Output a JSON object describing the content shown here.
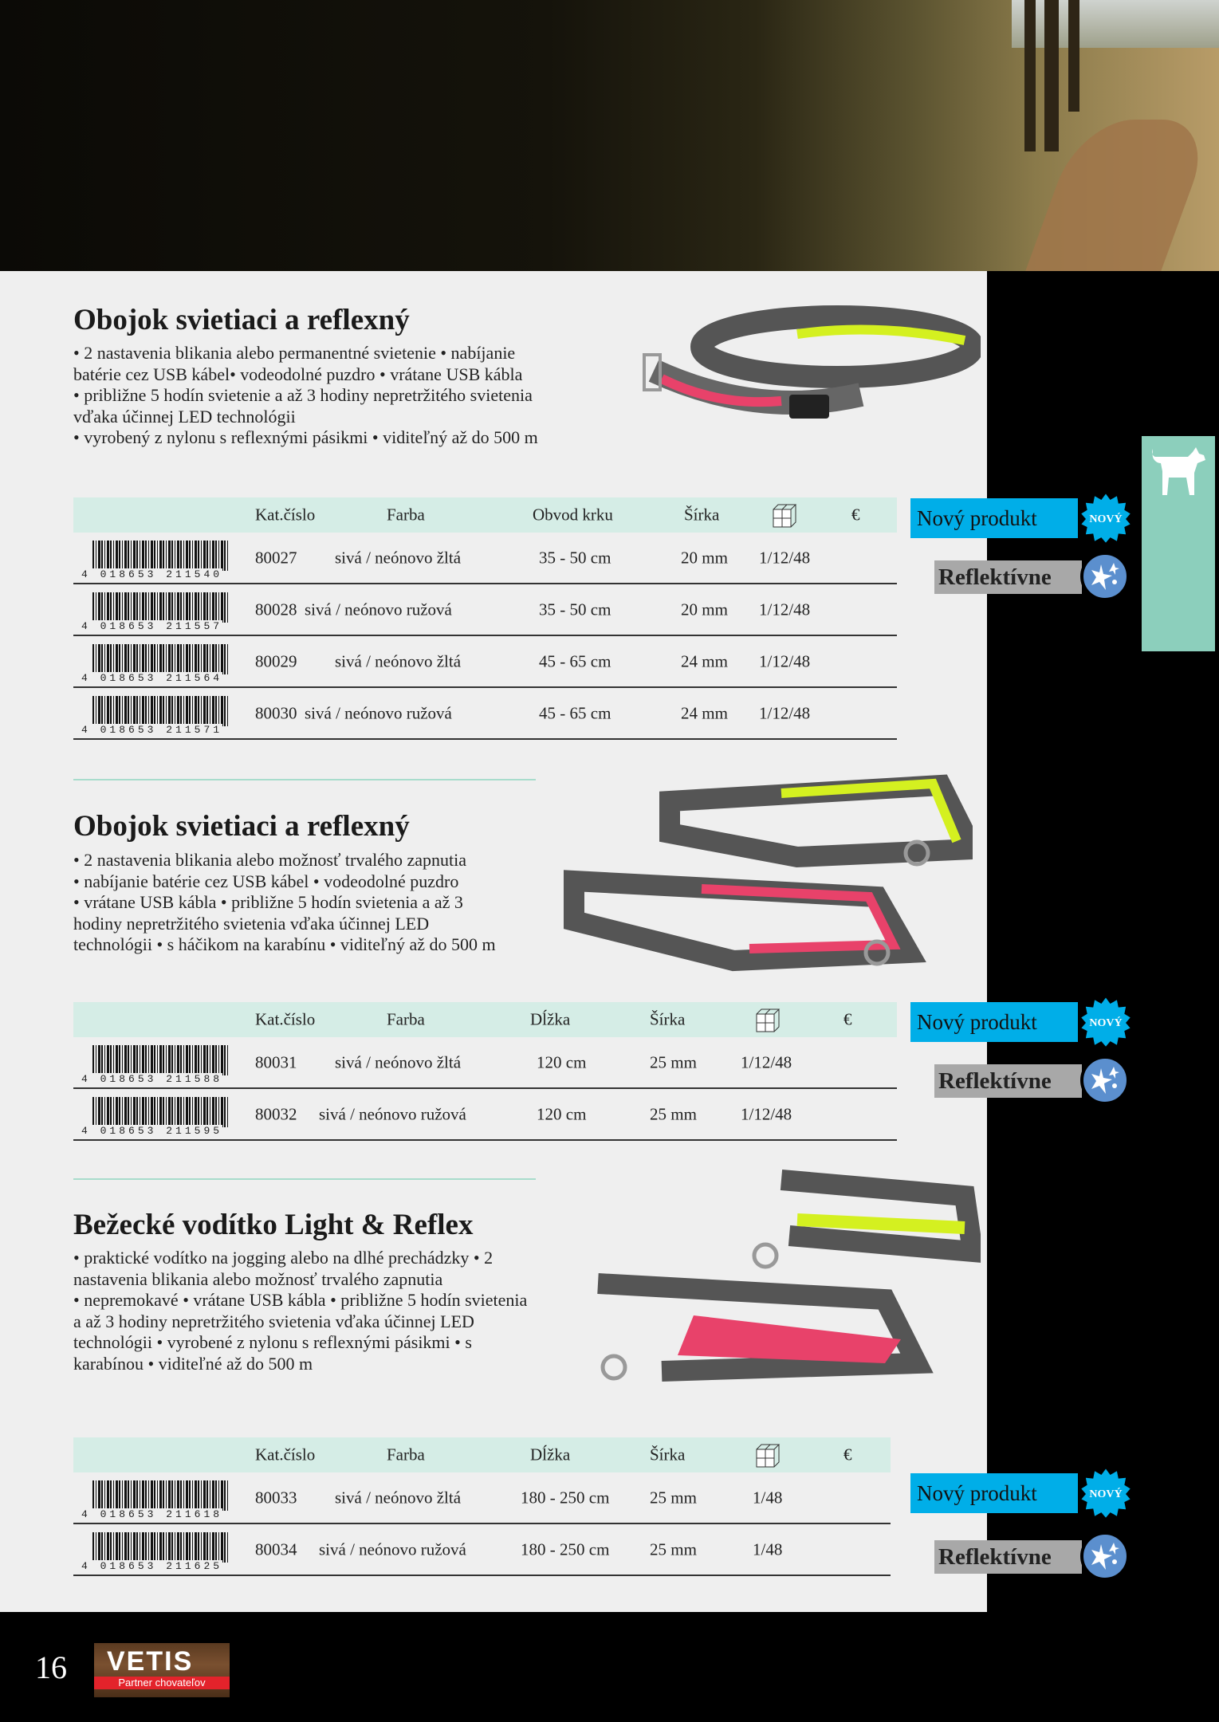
{
  "products": [
    {
      "title": "Obojok svietiaci a reflexný",
      "desc": [
        "• 2 nastavenia blikania alebo permanentné svietenie • nabíjanie",
        "batérie cez USB kábel• vodeodolné puzdro • vrátane USB kábla",
        "• približne 5 hodín svietenie a až 3 hodiny nepretržitého svietenia",
        "vďaka účinnej LED technológii",
        "• vyrobený z nylonu s reflexnými pásikmi • viditeľný až do 500 m"
      ],
      "headers": [
        "Kat.číslo",
        "Farba",
        "Obvod krku",
        "Šírka",
        "€"
      ],
      "rows": [
        {
          "ean_prefix": "4",
          "ean_a": "018653",
          "ean_b": "211540",
          "kat": "80027",
          "farba": "sivá  / neónovo žltá",
          "size": "35 - 50 cm",
          "width": "20 mm",
          "pack": "1/12/48"
        },
        {
          "ean_prefix": "4",
          "ean_a": "018653",
          "ean_b": "211557",
          "kat": "80028",
          "farba": "sivá / neónovo ružová",
          "size": "35 - 50 cm",
          "width": "20 mm",
          "pack": "1/12/48"
        },
        {
          "ean_prefix": "4",
          "ean_a": "018653",
          "ean_b": "211564",
          "kat": "80029",
          "farba": "sivá / neónovo žltá",
          "size": "45 - 65 cm",
          "width": "24 mm",
          "pack": "1/12/48"
        },
        {
          "ean_prefix": "4",
          "ean_a": "018653",
          "ean_b": "211571",
          "kat": "80030",
          "farba": "sivá / neónovo ružová",
          "size": "45 - 65 cm",
          "width": "24 mm",
          "pack": "1/12/48"
        }
      ]
    },
    {
      "title": "Obojok svietiaci a reflexný",
      "desc": [
        "• 2 nastavenia blikania alebo možnosť trvalého zapnutia",
        "• nabíjanie batérie cez USB kábel • vodeodolné puzdro",
        "• vrátane USB kábla  • približne 5 hodín svietenia a až 3",
        "hodiny nepretržitého svietenia vďaka účinnej LED",
        "technológii • s háčikom na karabínu • viditeľný až do 500 m"
      ],
      "headers": [
        "Kat.číslo",
        "Farba",
        "Dĺžka",
        "Šírka",
        "€"
      ],
      "rows": [
        {
          "ean_prefix": "4",
          "ean_a": "018653",
          "ean_b": "211588",
          "kat": "80031",
          "farba": "sivá / neónovo žltá",
          "size": "120 cm",
          "width": "25 mm",
          "pack": "1/12/48"
        },
        {
          "ean_prefix": "4",
          "ean_a": "018653",
          "ean_b": "211595",
          "kat": "80032",
          "farba": "sivá / neónovo ružová",
          "size": "120 cm",
          "width": "25 mm",
          "pack": "1/12/48"
        }
      ]
    },
    {
      "title": "Bežecké vodítko Light & Reflex",
      "desc": [
        "• praktické vodítko na jogging alebo na dlhé prechádzky • 2",
        "nastavenia blikania alebo možnosť trvalého zapnutia",
        "• nepremokavé • vrátane USB kábla • približne 5 hodín svietenia",
        "a až 3 hodiny nepretržitého svietenia vďaka účinnej LED",
        "technológii • vyrobené z nylonu s reflexnými pásikmi • s",
        "karabínou • viditeľné až do 500 m"
      ],
      "headers": [
        "Kat.číslo",
        "Farba",
        "Dĺžka",
        "Šírka",
        "€"
      ],
      "rows": [
        {
          "ean_prefix": "4",
          "ean_a": "018653",
          "ean_b": "211618",
          "kat": "80033",
          "farba": "sivá / neónovo žltá",
          "size": "180 - 250 cm",
          "width": "25 mm",
          "pack": "1/48"
        },
        {
          "ean_prefix": "4",
          "ean_a": "018653",
          "ean_b": "211625",
          "kat": "80034",
          "farba": "sivá / neónovo ružová",
          "size": "180 - 250 cm",
          "width": "25 mm",
          "pack": "1/48"
        }
      ]
    }
  ],
  "badges": {
    "new_label": "Nový produkt",
    "new_star": "NOVÝ",
    "reflective_label": "Reflektívne"
  },
  "footer": {
    "page_number": "16",
    "logo_text": "VETIS",
    "logo_tagline": "Partner chovateľov"
  },
  "colors": {
    "accent_teal": "#8ccfbc",
    "table_header": "#d5ede6",
    "badge_blue": "#00aee8",
    "reflect_blue": "#5b8fce",
    "neon_yellow": "#d4f020",
    "neon_pink": "#e8426a"
  }
}
